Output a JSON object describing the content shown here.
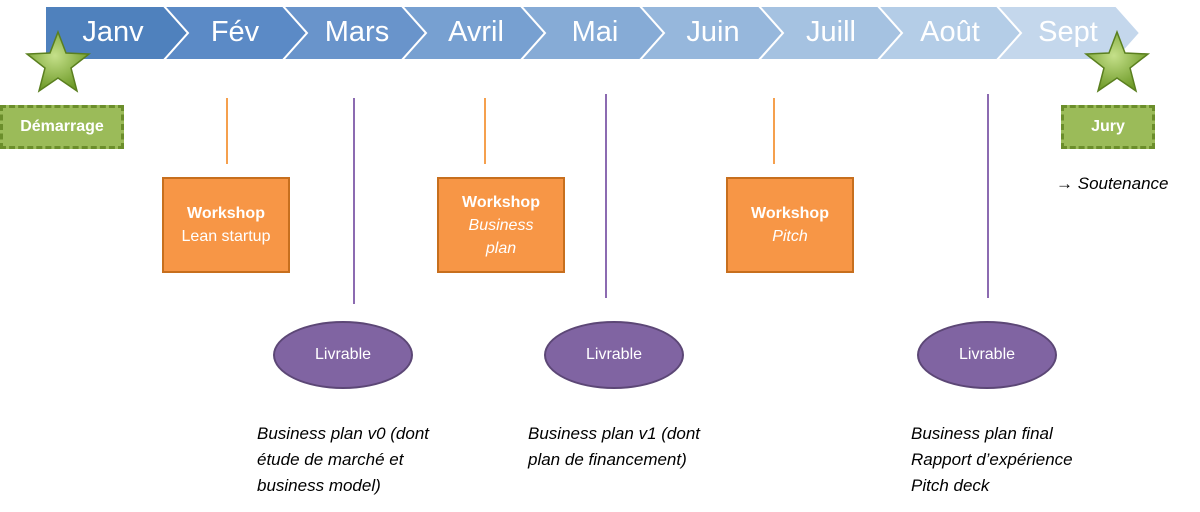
{
  "timeline": {
    "months": [
      "Janv",
      "Fév",
      "Mars",
      "Avril",
      "Mai",
      "Juin",
      "Juill",
      "Août",
      "Sept"
    ],
    "colors": [
      "#4F81BD",
      "#5B8AC6",
      "#6994CB",
      "#77A0D1",
      "#86ABD6",
      "#96B7DC",
      "#A5C2E1",
      "#B4CDE7",
      "#C4D7EC"
    ]
  },
  "milestones": {
    "start_label": "Démarrage",
    "end_label": "Jury",
    "end_note": "Soutenance",
    "arrow_icon": "right-arrow-icon",
    "star_icon": "star-icon"
  },
  "workshops": [
    {
      "title": "Workshop",
      "sub": "Lean startup"
    },
    {
      "title": "Workshop",
      "sub": "Business plan"
    },
    {
      "title": "Workshop",
      "sub": "Pitch"
    }
  ],
  "deliverables": [
    {
      "label": "Livrable",
      "lines": [
        "Business plan v0 (dont",
        "étude de marché et",
        "business model)"
      ]
    },
    {
      "label": "Livrable",
      "lines": [
        "Business plan v1 (dont",
        "plan de financement)"
      ]
    },
    {
      "label": "Livrable",
      "lines": [
        "Business plan final",
        "Rapport d’expérience",
        "Pitch deck"
      ]
    }
  ],
  "colors": {
    "workshop": "#F79646",
    "livrable": "#8064A2",
    "milestone": "#9BBB59"
  }
}
